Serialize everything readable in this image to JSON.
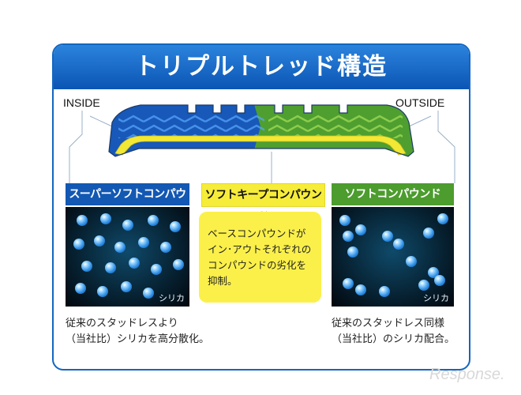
{
  "diagram": {
    "title": "トリプルトレッド構造",
    "inside_label": "INSIDE",
    "outside_label": "OUTSIDE",
    "colors": {
      "frame": "#1366c0",
      "inside_compound": "#1358b3",
      "outside_compound": "#4c9c2e",
      "keep_compound": "#f6ec3a"
    }
  },
  "panels": {
    "left": {
      "header": "スーパーソフトコンパウンド",
      "tag": "シリカ",
      "caption_lines": [
        "従来のスタッドレスより",
        "（当社比）シリカを高分散化。"
      ]
    },
    "center": {
      "header": "ソフトキープコンパウンド",
      "body_lines": [
        "ベースコンパウンドが",
        "イン･アウトそれぞれの",
        "コンパウンドの劣化を",
        "抑制。"
      ]
    },
    "right": {
      "header": "ソフトコンパウンド",
      "tag": "シリカ",
      "caption_lines": [
        "従来のスタッドレス同様",
        "（当社比）のシリカ配合。"
      ]
    }
  },
  "watermark": "Response."
}
